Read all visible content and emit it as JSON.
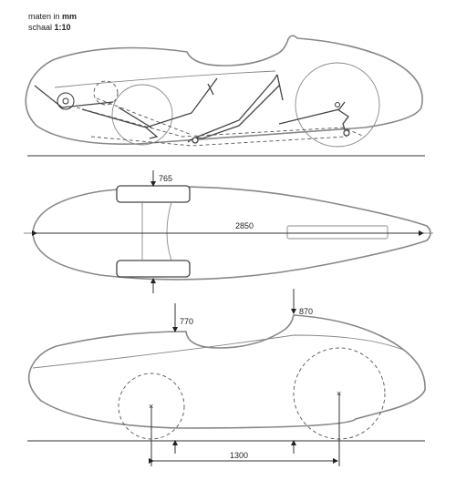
{
  "header": {
    "units_prefix": "maten in",
    "units_value": "mm",
    "scale_prefix": "schaal",
    "scale_value": "1:10"
  },
  "dimensions": {
    "top_view_height": "765",
    "overall_length": "2850",
    "side_height_cockpit": "770",
    "side_height_rear": "870",
    "wheelbase": "1300"
  }
}
